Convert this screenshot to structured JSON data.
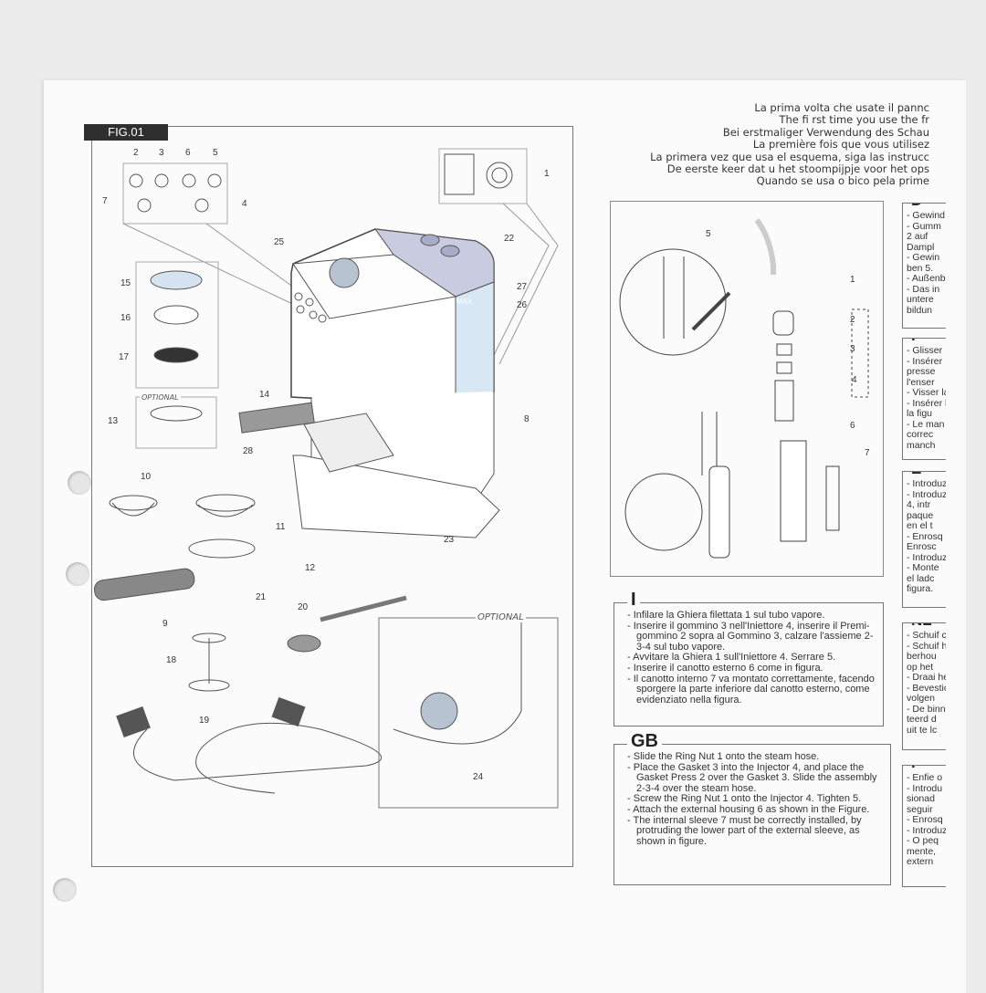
{
  "figure": {
    "title": "FIG.01",
    "optional_label": "OPTIONAL",
    "max_mark": "MAX",
    "labels": [
      "1",
      "2",
      "3",
      "4",
      "5",
      "6",
      "7",
      "8",
      "9",
      "10",
      "11",
      "12",
      "13",
      "14",
      "15",
      "16",
      "17",
      "18",
      "19",
      "20",
      "21",
      "22",
      "23",
      "24",
      "25",
      "26",
      "27",
      "28"
    ]
  },
  "intro_lines": [
    "La prima volta che usate il pannc",
    "The fi rst time you use the fr",
    "Bei erstmaliger Verwendung des Schau",
    "La première fois que vous utilisez",
    "La primera vez que usa el esquema, siga las instrucc",
    "De eerste keer dat u het stoompijpje voor het ops",
    "Quando se usa o bico pela prime"
  ],
  "diagram_labels": [
    "1",
    "2",
    "3",
    "4",
    "5",
    "6",
    "7"
  ],
  "sections": {
    "I": {
      "heading": "I",
      "items": [
        "Infilare la Ghiera filettata 1 sul tubo vapore.",
        "Inserire il gommino 3 nell'Iniettore 4, inserire il Premi-gommino 2 sopra al Gommino 3, calzare l'assieme 2-3-4 sul tubo vapore.",
        "Avvitare la Ghiera 1 sull'Iniettore 4. Serrare 5.",
        "Inserire il canotto esterno 6 come in figura.",
        "Il canotto interno 7 va montato correttamente, facendo sporgere la parte inferiore dal canotto esterno, come evidenziato nella figura."
      ]
    },
    "GB": {
      "heading": "GB",
      "items": [
        "Slide the Ring Nut 1 onto the steam hose.",
        "Place the Gasket 3 into the Injector 4, and place the Gasket Press 2 over the Gasket 3. Slide the assembly 2-3-4 over the steam hose.",
        "Screw the Ring Nut 1 onto the Injector 4. Tighten 5.",
        "Attach the external housing 6 as shown in the Figure.",
        "The internal sleeve 7 must be correctly installed, by protruding the lower part of the external sleeve, as shown in figure."
      ]
    },
    "D": {
      "heading": "D",
      "lines": [
        "- Gewind",
        "- Gumm",
        "2 auf",
        "Dampl",
        "- Gewin",
        "ben 5.",
        "- Außenb",
        "- Das in",
        "untere",
        "bildun"
      ]
    },
    "F": {
      "heading": "F",
      "lines": [
        "- Glisser",
        "- Insérer",
        "presse",
        "l'enser",
        "- Visser la",
        "- Insérer l",
        "la figu",
        "- Le man",
        "correc",
        "manch"
      ]
    },
    "E": {
      "heading": "E",
      "lines": [
        "- Introduz",
        "- Introduz",
        "4, intr",
        "paque",
        "en el t",
        "- Enrosq",
        "Enrosc",
        "- Introduzo",
        "- Monte",
        "el ladc",
        "figura."
      ]
    },
    "NL": {
      "heading": "NL",
      "lines": [
        "- Schuif c",
        "- Schuif h",
        "berhou",
        "op het",
        "- Draai he",
        "- Bevestic",
        "volgen",
        "- De binne",
        "teerd d",
        "uit te lc"
      ]
    },
    "P": {
      "heading": "P",
      "lines": [
        "- Enfie o",
        "- Introdu",
        "sionad",
        "seguir",
        "- Enrosq",
        "- Introduz",
        "- O peq",
        "mente,",
        "extern"
      ]
    }
  }
}
